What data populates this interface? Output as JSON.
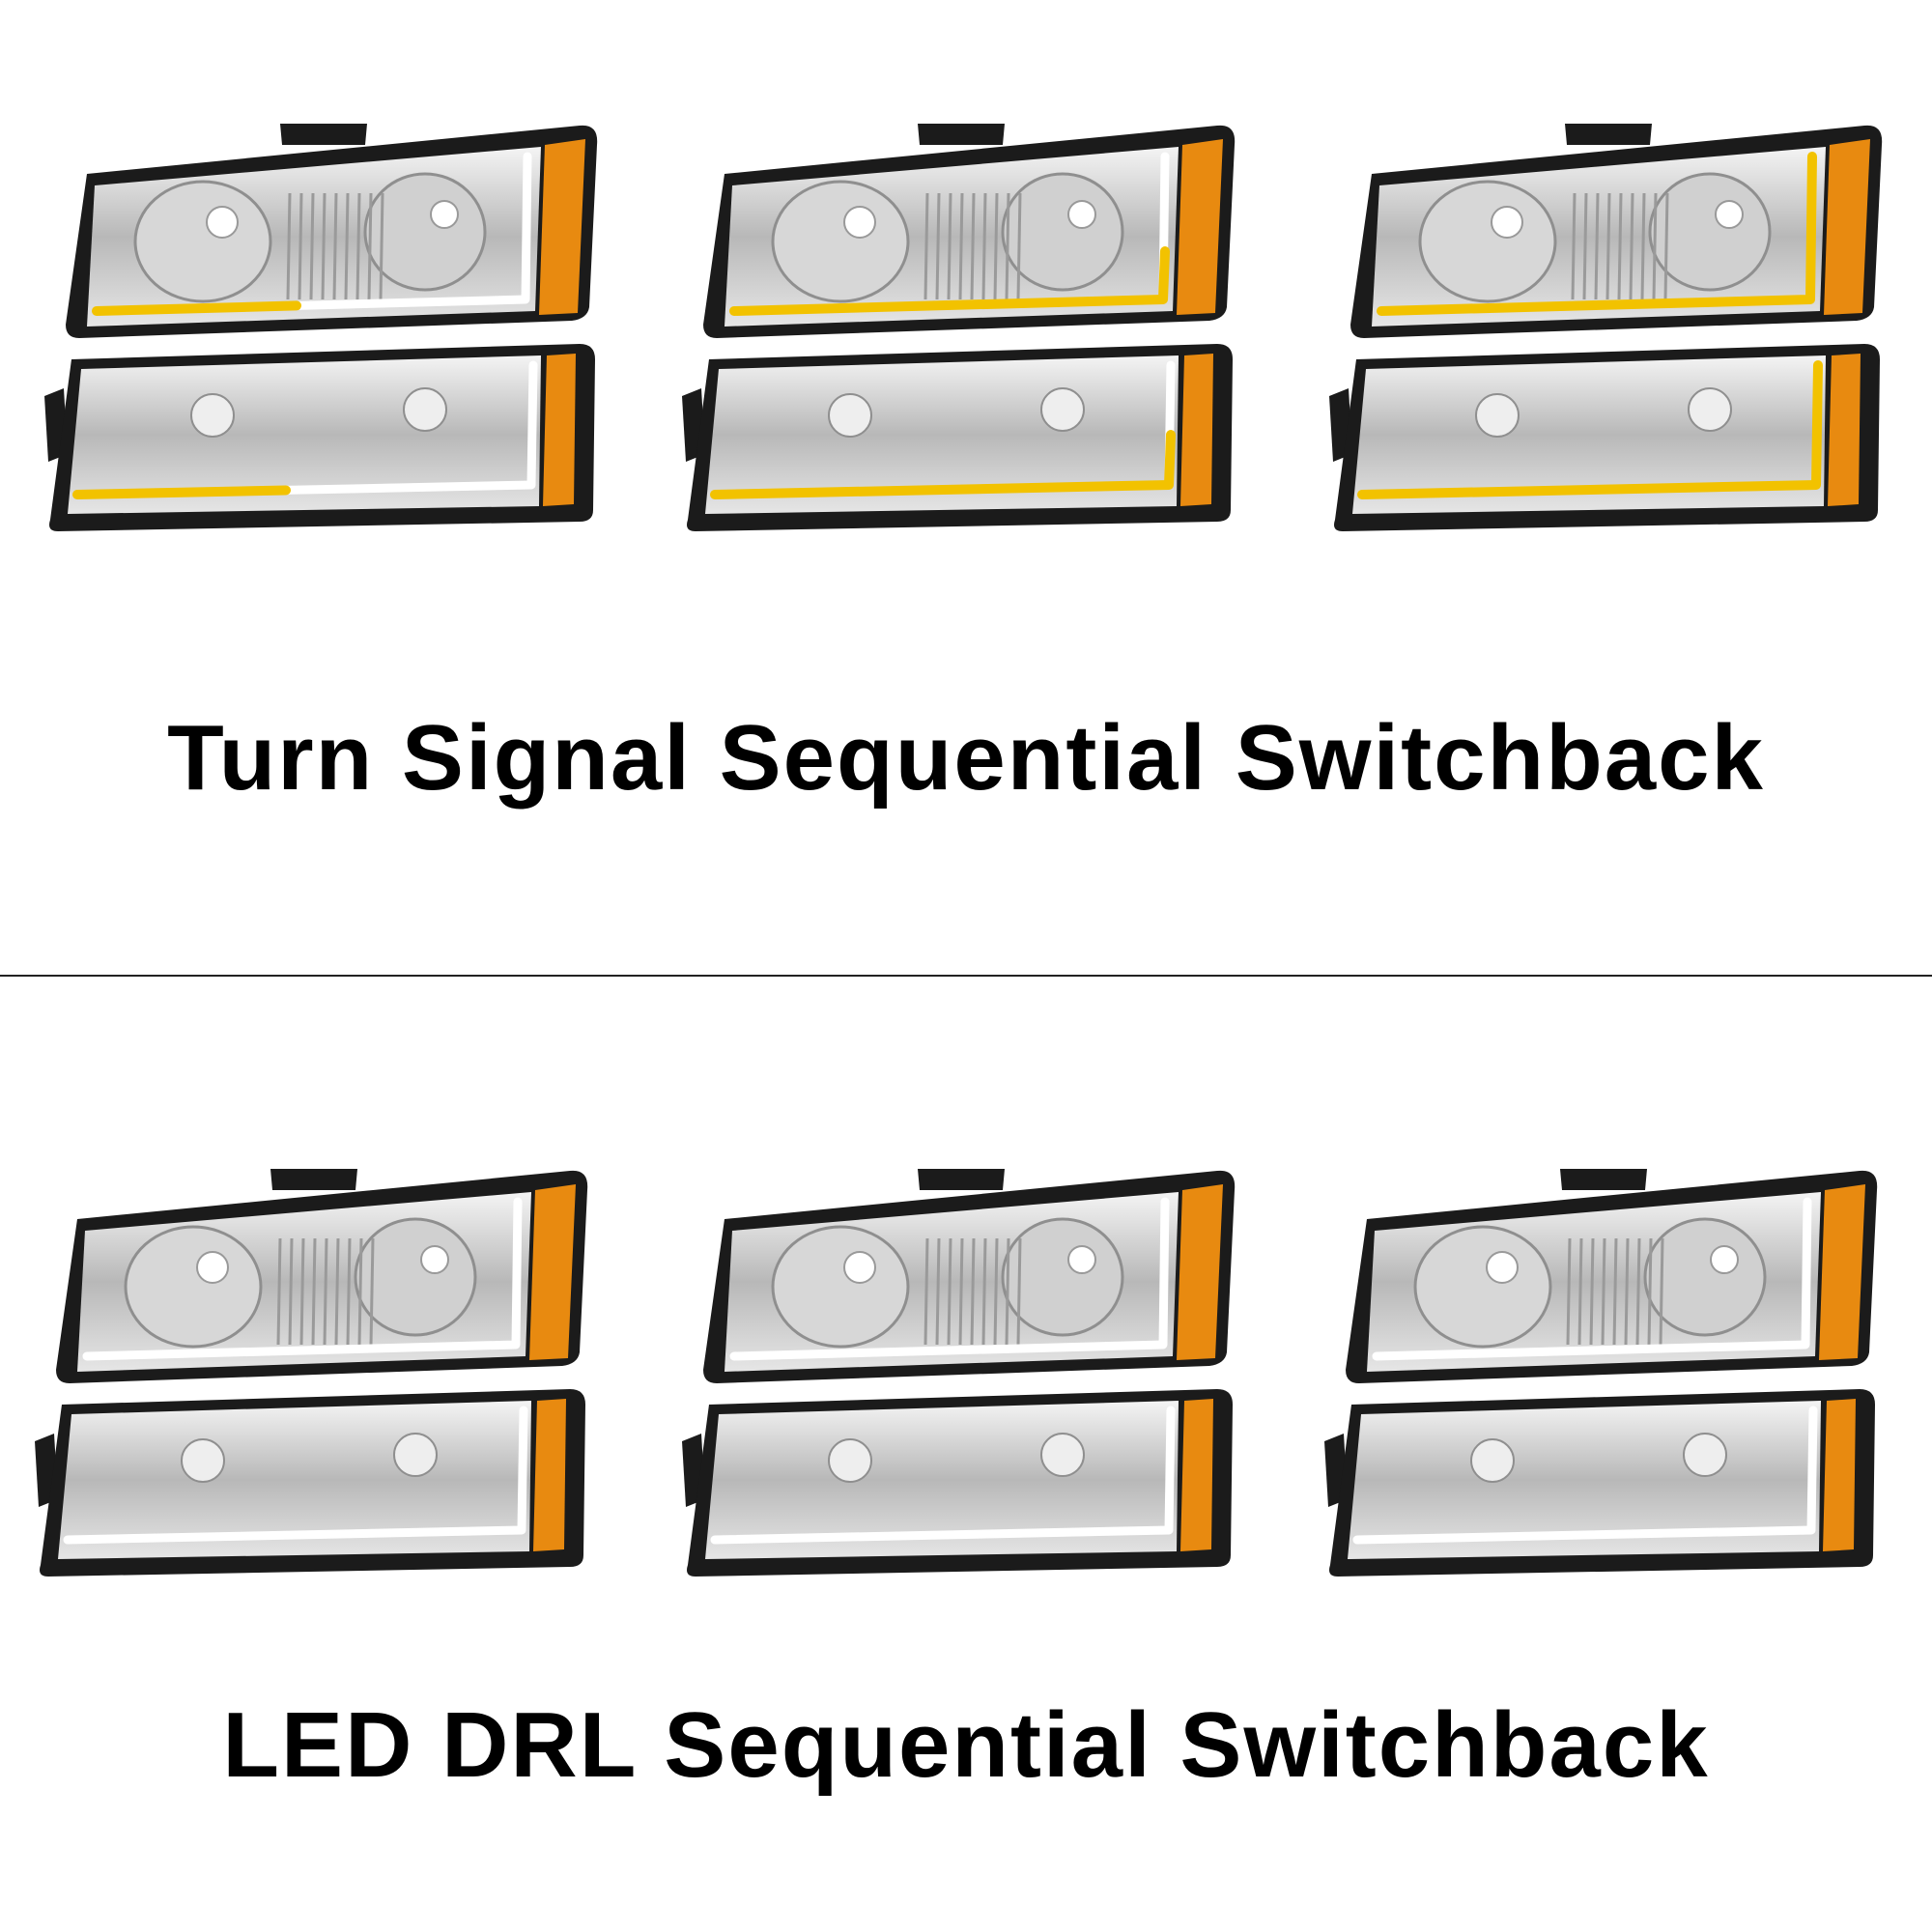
{
  "sections": [
    {
      "caption": "Turn Signal Sequential Switchback",
      "light_color": "#f2c200",
      "frames": [
        {
          "lit_fraction": 0.45,
          "state": "amber-sweep-start"
        },
        {
          "lit_fraction": 0.9,
          "state": "amber-sweep-mid"
        },
        {
          "lit_fraction": 1.0,
          "state": "amber-full"
        }
      ]
    },
    {
      "caption": "LED DRL Sequential Switchback",
      "light_color": "#ffffff",
      "frames": [
        {
          "lit_fraction": 1.0,
          "state": "white-drl"
        },
        {
          "lit_fraction": 1.0,
          "state": "white-drl"
        },
        {
          "lit_fraction": 1.0,
          "state": "white-drl"
        }
      ]
    }
  ],
  "colors": {
    "amber_reflector": "#e88a10",
    "chrome": "#c9c9c9",
    "housing": "#1b1b1b",
    "background": "#ffffff"
  }
}
